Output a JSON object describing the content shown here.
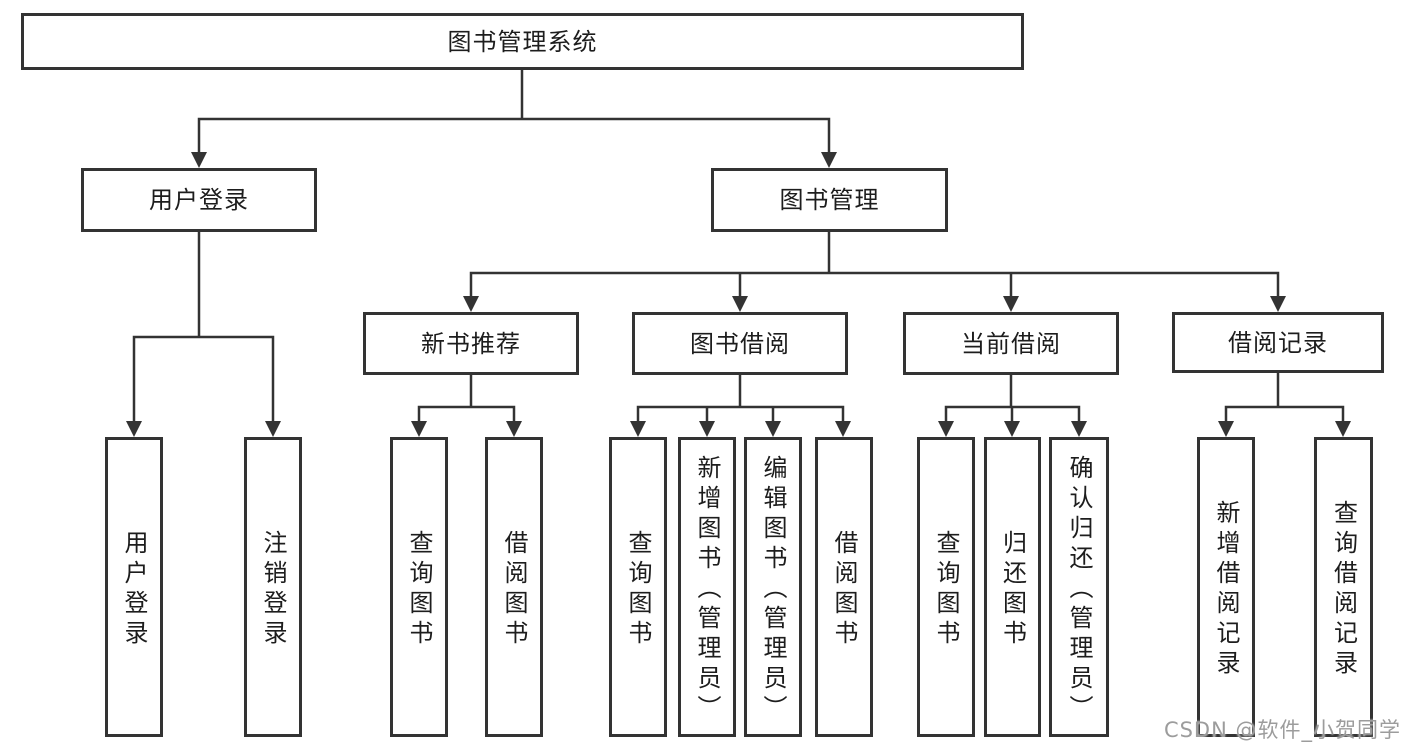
{
  "diagram": {
    "root": {
      "label": "图书管理系统"
    },
    "level2": [
      {
        "label": "用户登录"
      },
      {
        "label": "图书管理"
      }
    ],
    "level3": [
      {
        "label": "新书推荐",
        "parent": "图书管理"
      },
      {
        "label": "图书借阅",
        "parent": "图书管理"
      },
      {
        "label": "当前借阅",
        "parent": "图书管理"
      },
      {
        "label": "借阅记录",
        "parent": "图书管理"
      }
    ],
    "level4": [
      {
        "label": "用户登录",
        "parent": "用户登录"
      },
      {
        "label": "注销登录",
        "parent": "用户登录"
      },
      {
        "label": "查询图书",
        "parent": "新书推荐"
      },
      {
        "label": "借阅图书",
        "parent": "新书推荐"
      },
      {
        "label": "查询图书",
        "parent": "图书借阅"
      },
      {
        "label": "新增图书（管理员）",
        "parent": "图书借阅"
      },
      {
        "label": "编辑图书（管理员）",
        "parent": "图书借阅"
      },
      {
        "label": "借阅图书",
        "parent": "图书借阅"
      },
      {
        "label": "查询图书",
        "parent": "当前借阅"
      },
      {
        "label": "归还图书",
        "parent": "当前借阅"
      },
      {
        "label": "确认归还（管理员）",
        "parent": "当前借阅"
      },
      {
        "label": "新增借阅记录",
        "parent": "借阅记录"
      },
      {
        "label": "查询借阅记录",
        "parent": "借阅记录"
      }
    ]
  },
  "watermark": {
    "text": "CSDN @软件_小贺同学"
  },
  "colors": {
    "line": "#333333",
    "box_border": "#333333",
    "text": "#1d1d1d",
    "watermark": "#9c9c9c",
    "background": "#ffffff"
  }
}
